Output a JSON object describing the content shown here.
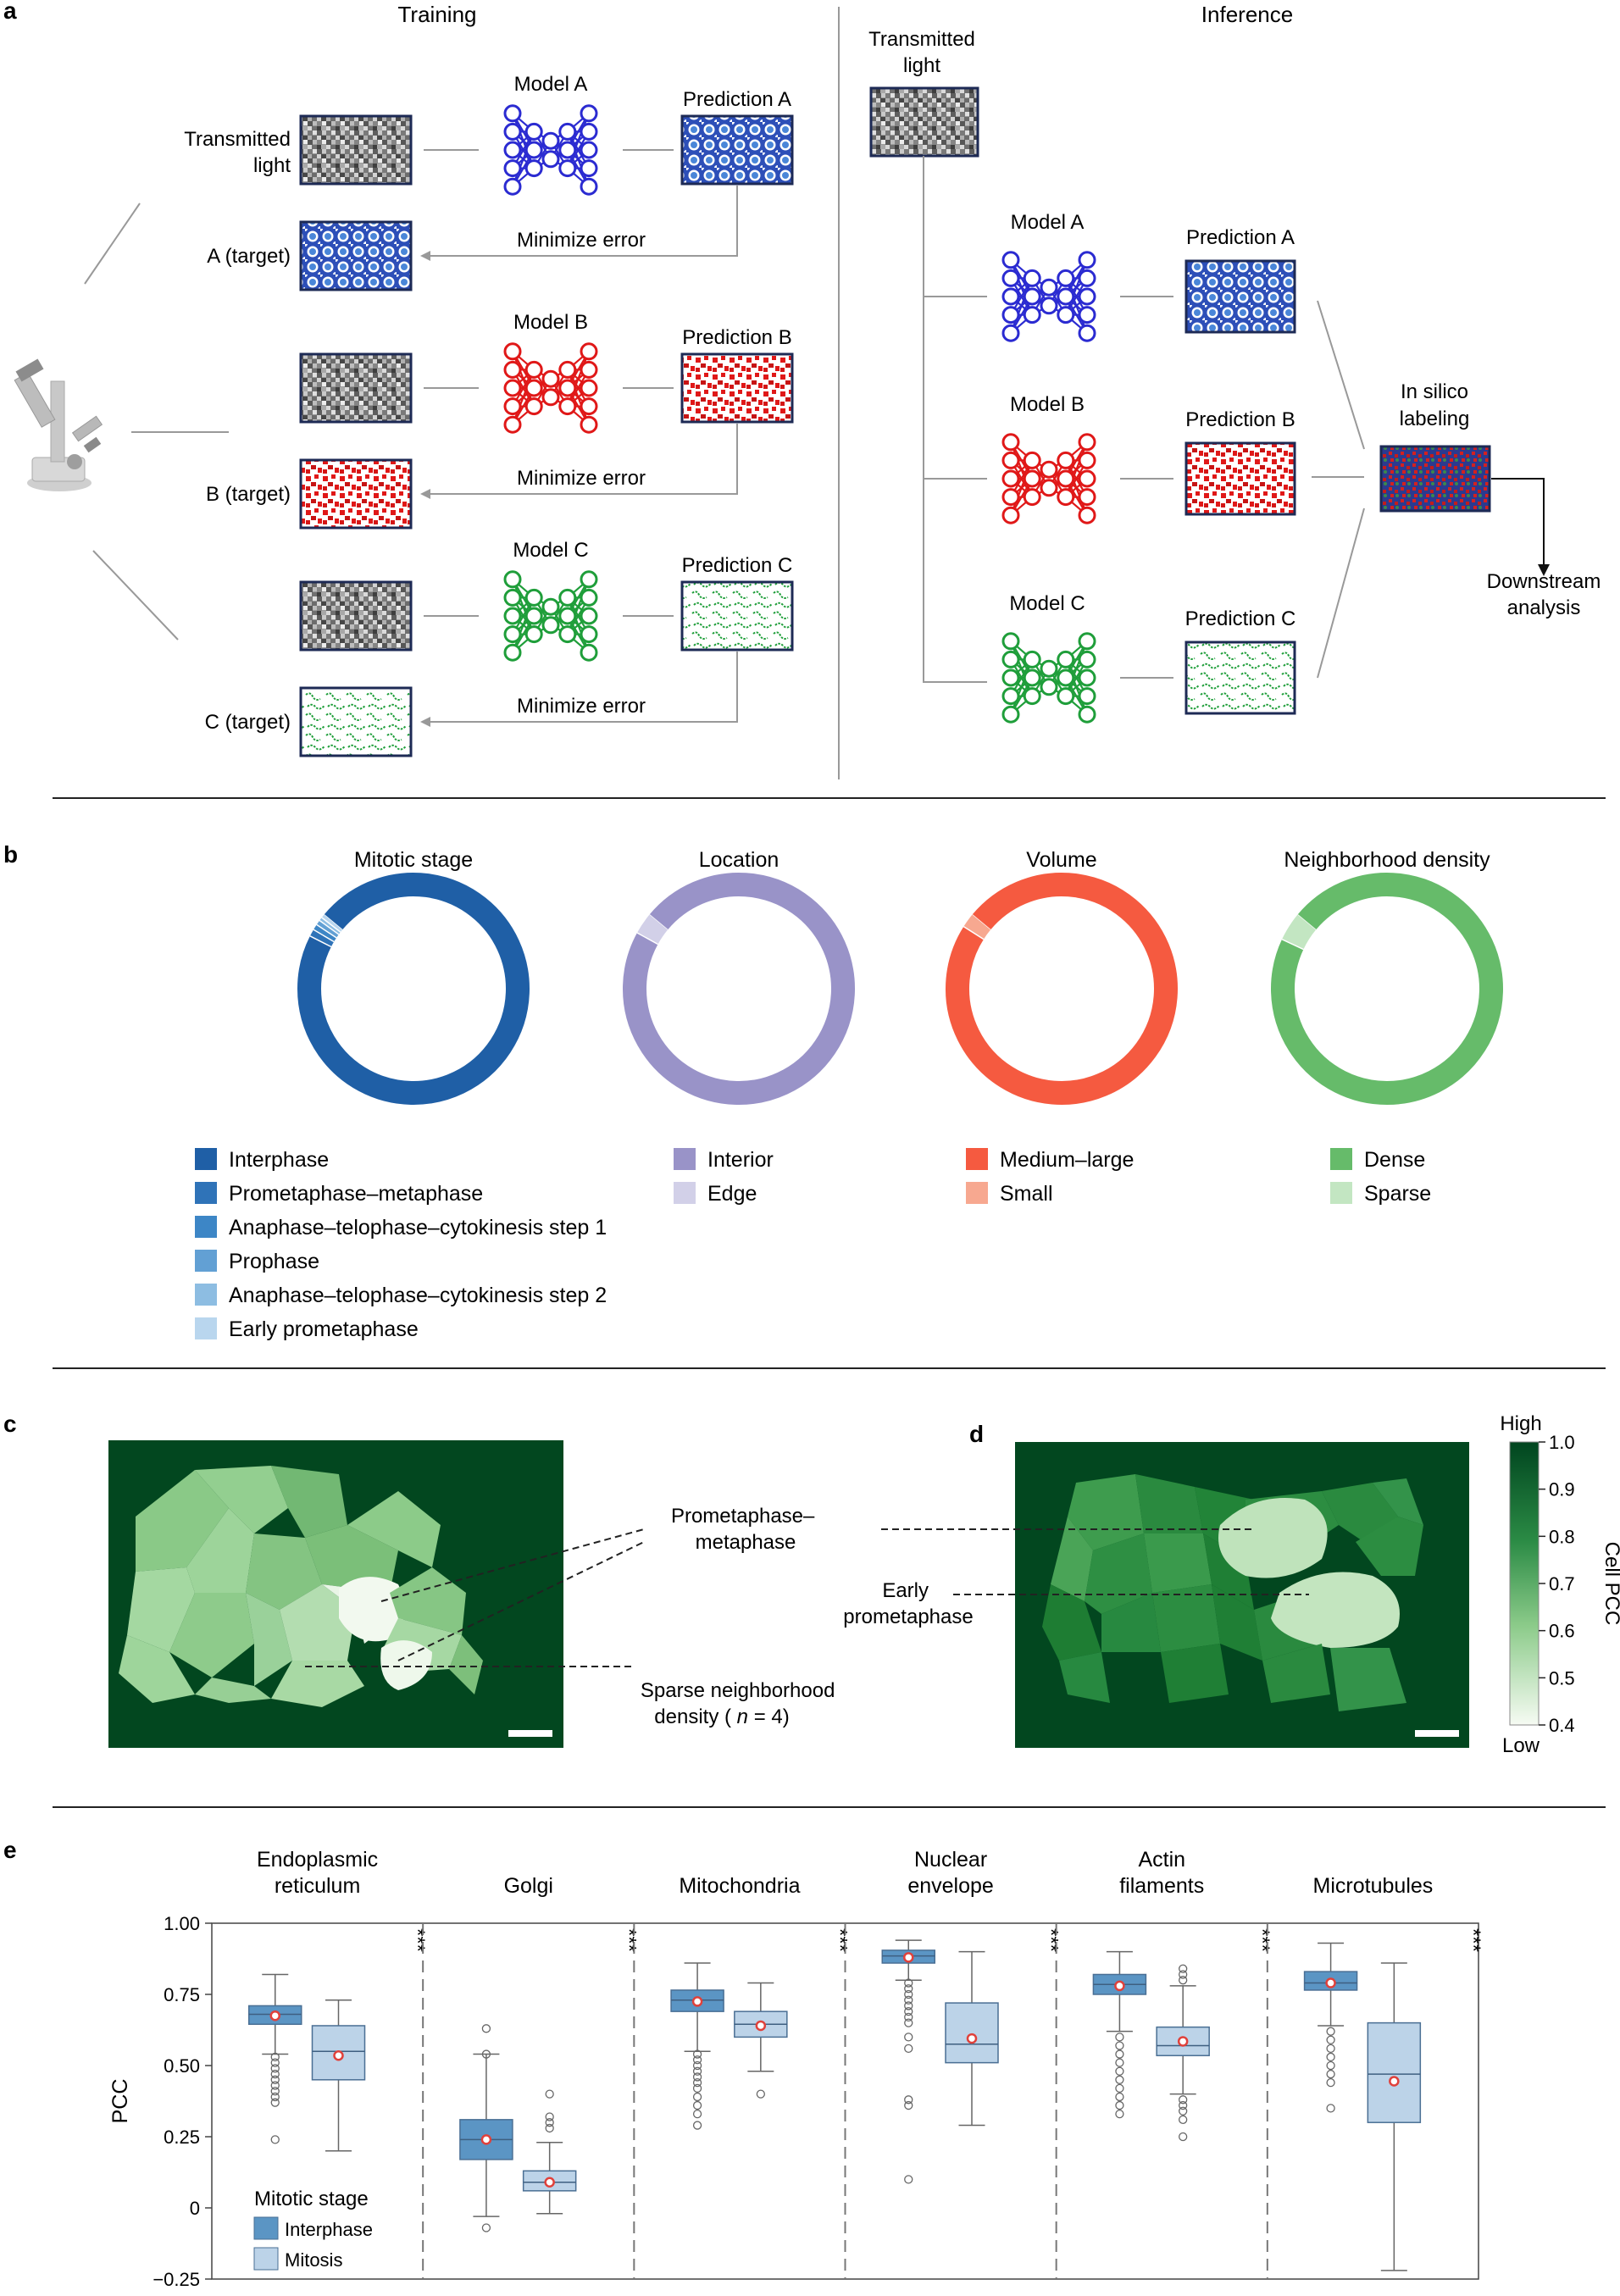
{
  "panel_letters": {
    "a": "a",
    "b": "b",
    "c": "c",
    "d": "d",
    "e": "e"
  },
  "training": {
    "title": "Training",
    "transmitted_light": [
      "Transmitted",
      "light"
    ],
    "rows": [
      {
        "model": "Model A",
        "prediction": "Prediction A",
        "target": "A (target)",
        "minimize": "Minimize error",
        "color": "#2b2bd1"
      },
      {
        "model": "Model B",
        "prediction": "Prediction B",
        "target": "B (target)",
        "minimize": "Minimize error",
        "color": "#e01818"
      },
      {
        "model": "Model C",
        "prediction": "Prediction C",
        "target": "C (target)",
        "minimize": "Minimize error",
        "color": "#1f9e3a"
      }
    ]
  },
  "inference": {
    "title": "Inference",
    "transmitted_light": [
      "Transmitted",
      "light"
    ],
    "rows": [
      {
        "model": "Model A",
        "prediction": "Prediction A"
      },
      {
        "model": "Model B",
        "prediction": "Prediction B"
      },
      {
        "model": "Model C",
        "prediction": "Prediction C"
      }
    ],
    "in_silico": [
      "In silico",
      "labeling"
    ],
    "downstream": [
      "Downstream",
      "analysis"
    ]
  },
  "panel_b": {
    "donuts": [
      {
        "title": "Mitotic stage",
        "slices": [
          {
            "label": "Interphase",
            "value": 96.5,
            "color": "#1f5fa6"
          },
          {
            "label": "Prometaphase–metaphase",
            "value": 1.0,
            "color": "#2f73b8"
          },
          {
            "label": "Anaphase–telophase–cytokinesis step 1",
            "value": 0.8,
            "color": "#3d86c6"
          },
          {
            "label": "Prophase",
            "value": 0.7,
            "color": "#62a0d4"
          },
          {
            "label": "Anaphase–telophase–cytokinesis step 2",
            "value": 0.5,
            "color": "#8dbde2"
          },
          {
            "label": "Early prometaphase",
            "value": 0.5,
            "color": "#b9d6ee"
          }
        ]
      },
      {
        "title": "Location",
        "slices": [
          {
            "label": "Interior",
            "value": 97,
            "color": "#9993c8"
          },
          {
            "label": "Edge",
            "value": 3,
            "color": "#d2d0e8"
          }
        ]
      },
      {
        "title": "Volume",
        "slices": [
          {
            "label": "Medium–large",
            "value": 98,
            "color": "#f55a40"
          },
          {
            "label": "Small",
            "value": 2,
            "color": "#f7a890"
          }
        ]
      },
      {
        "title": "Neighborhood density",
        "slices": [
          {
            "label": "Dense",
            "value": 96,
            "color": "#66bb6a"
          },
          {
            "label": "Sparse",
            "value": 4,
            "color": "#c3e6c2"
          }
        ]
      }
    ]
  },
  "panel_c": {
    "labels": {
      "prometaphase": [
        "Prometaphase–",
        "metaphase"
      ],
      "sparse": [
        "Sparse neighborhood",
        "density (",
        "n",
        " = 4)"
      ]
    }
  },
  "panel_d": {
    "labels": {
      "early": [
        "Early",
        "prometaphase"
      ]
    },
    "colorbar": {
      "high": "High",
      "low": "Low",
      "title": "Cell PCC",
      "ticks": [
        "1.0",
        "0.9",
        "0.8",
        "0.7",
        "0.6",
        "0.5",
        "0.4"
      ],
      "range": [
        0.4,
        1.0
      ]
    }
  },
  "chart_data": {
    "type": "box",
    "ylabel": "PCC",
    "ylim": [
      -0.25,
      1.0
    ],
    "yticks": [
      "1.00",
      "0.75",
      "0.50",
      "0.25",
      "0",
      "−0.25"
    ],
    "ytick_values": [
      1.0,
      0.75,
      0.5,
      0.25,
      0,
      -0.25
    ],
    "significance": "***",
    "legend": {
      "title": "Mitotic stage",
      "items": [
        "Interphase",
        "Mitosis"
      ]
    },
    "colors": {
      "interphase": "#5b95c4",
      "mitosis": "#bcd3e8",
      "mean": "#e0413b"
    },
    "groups": [
      {
        "name": [
          "Endoplasmic",
          "reticulum"
        ],
        "interphase": {
          "whislo": 0.54,
          "q1": 0.645,
          "med": 0.68,
          "q3": 0.71,
          "whishi": 0.82,
          "mean": 0.675,
          "fliers": [
            0.53,
            0.51,
            0.49,
            0.47,
            0.45,
            0.43,
            0.41,
            0.39,
            0.37,
            0.24
          ]
        },
        "mitosis": {
          "whislo": 0.2,
          "q1": 0.45,
          "med": 0.55,
          "q3": 0.64,
          "whishi": 0.73,
          "mean": 0.535,
          "fliers": []
        }
      },
      {
        "name": [
          "Golgi"
        ],
        "interphase": {
          "whislo": -0.03,
          "q1": 0.17,
          "med": 0.24,
          "q3": 0.31,
          "whishi": 0.54,
          "mean": 0.24,
          "fliers": [
            0.63,
            0.54,
            -0.07
          ]
        },
        "mitosis": {
          "whislo": -0.02,
          "q1": 0.06,
          "med": 0.09,
          "q3": 0.13,
          "whishi": 0.23,
          "mean": 0.09,
          "fliers": [
            0.28,
            0.3,
            0.32,
            0.4
          ]
        }
      },
      {
        "name": [
          "Mitochondria"
        ],
        "interphase": {
          "whislo": 0.55,
          "q1": 0.69,
          "med": 0.73,
          "q3": 0.765,
          "whishi": 0.86,
          "mean": 0.725,
          "fliers": [
            0.54,
            0.52,
            0.5,
            0.48,
            0.46,
            0.44,
            0.42,
            0.39,
            0.36,
            0.33,
            0.29
          ]
        },
        "mitosis": {
          "whislo": 0.48,
          "q1": 0.6,
          "med": 0.645,
          "q3": 0.69,
          "whishi": 0.79,
          "mean": 0.64,
          "fliers": [
            0.4
          ]
        }
      },
      {
        "name": [
          "Nuclear",
          "envelope"
        ],
        "interphase": {
          "whislo": 0.8,
          "q1": 0.86,
          "med": 0.885,
          "q3": 0.905,
          "whishi": 0.94,
          "mean": 0.88,
          "fliers": [
            0.79,
            0.77,
            0.75,
            0.73,
            0.71,
            0.69,
            0.67,
            0.65,
            0.6,
            0.56,
            0.38,
            0.36,
            0.1
          ]
        },
        "mitosis": {
          "whislo": 0.29,
          "q1": 0.51,
          "med": 0.575,
          "q3": 0.72,
          "whishi": 0.9,
          "mean": 0.595,
          "fliers": []
        }
      },
      {
        "name": [
          "Actin",
          "filaments"
        ],
        "interphase": {
          "whislo": 0.62,
          "q1": 0.75,
          "med": 0.785,
          "q3": 0.82,
          "whishi": 0.9,
          "mean": 0.78,
          "fliers": [
            0.6,
            0.57,
            0.54,
            0.51,
            0.48,
            0.45,
            0.42,
            0.39,
            0.36,
            0.33
          ]
        },
        "mitosis": {
          "whislo": 0.4,
          "q1": 0.535,
          "med": 0.57,
          "q3": 0.635,
          "whishi": 0.78,
          "mean": 0.585,
          "fliers": [
            0.8,
            0.82,
            0.84,
            0.38,
            0.36,
            0.34,
            0.31,
            0.25
          ]
        }
      },
      {
        "name": [
          "Microtubules"
        ],
        "interphase": {
          "whislo": 0.64,
          "q1": 0.765,
          "med": 0.79,
          "q3": 0.83,
          "whishi": 0.93,
          "mean": 0.79,
          "fliers": [
            0.62,
            0.59,
            0.56,
            0.53,
            0.5,
            0.47,
            0.44,
            0.35
          ]
        },
        "mitosis": {
          "whislo": -0.22,
          "q1": 0.3,
          "med": 0.47,
          "q3": 0.65,
          "whishi": 0.86,
          "mean": 0.445,
          "fliers": []
        }
      }
    ]
  }
}
